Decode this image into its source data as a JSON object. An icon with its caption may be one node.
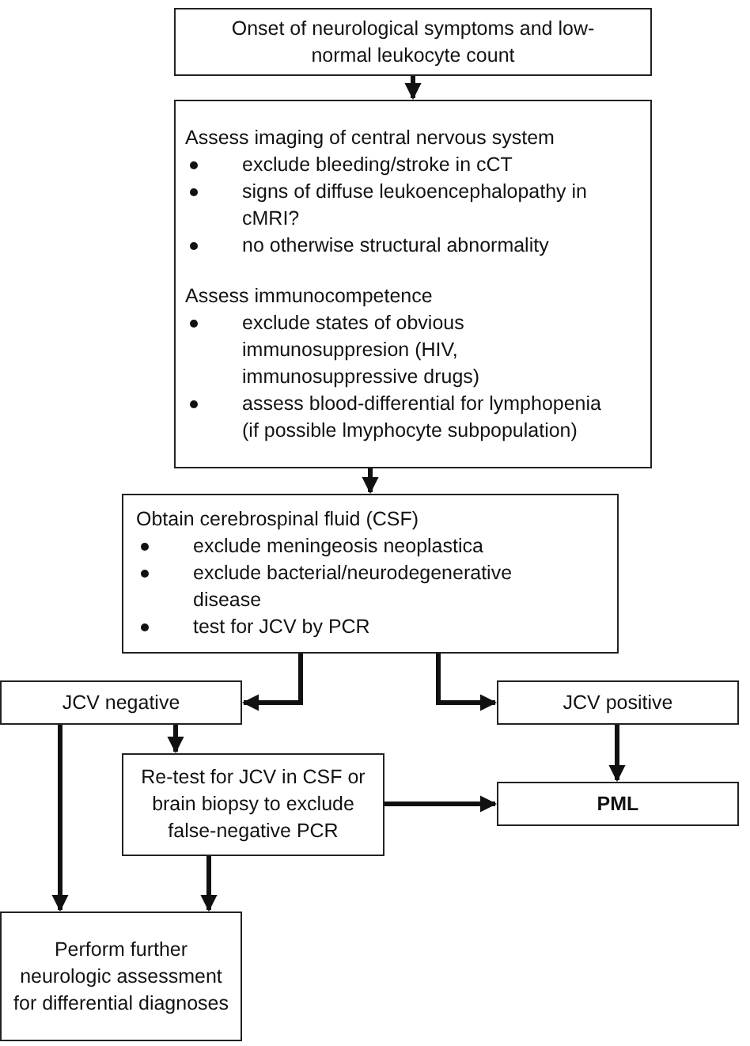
{
  "diagram": {
    "nodes": [
      {
        "text": [
          "Onset of neurological symptoms and low-normal leukocyte count"
        ]
      },
      {
        "text": [
          "Assess imaging of central nervous system",
          "exclude bleeding/stroke in cCT",
          "signs of diffuse leukoencephalopathy in cMRI?",
          "no otherwise structural abnormality",
          "Assess immunocompetence",
          "exclude states of obvious immunosuppresion (HIV, immunosuppressive drugs)",
          "assess blood-differential for lymphopenia (if possible lmyphocyte subpopulation)"
        ]
      },
      {
        "text": [
          "Obtain cerebrospinal fluid (CSF)",
          "exclude meningeosis neoplastica",
          "exclude bacterial/neurodegenerative disease",
          "test for JCV by PCR"
        ]
      },
      {
        "text": [
          "JCV negative"
        ]
      },
      {
        "text": [
          "JCV positive"
        ]
      },
      {
        "text": [
          "Re-test for JCV in CSF or brain biopsy to exclude false-negative PCR"
        ]
      },
      {
        "text": [
          "PML"
        ]
      },
      {
        "text": [
          "Perform further neurologic assessment for differential diagnoses"
        ]
      }
    ],
    "edges": [
      {
        "from": 0,
        "to": 1,
        "arrow": "to"
      },
      {
        "from": 1,
        "to": 2,
        "arrow": "to"
      },
      {
        "from": 2,
        "to": 3,
        "arrow": "to"
      },
      {
        "from": 2,
        "to": 4,
        "arrow": "to"
      },
      {
        "from": 3,
        "to": 5,
        "arrow": "to"
      },
      {
        "from": 4,
        "to": 6,
        "arrow": "to"
      },
      {
        "from": 5,
        "to": 6,
        "arrow": "to"
      },
      {
        "from": 3,
        "to": 7,
        "arrow": "to"
      },
      {
        "from": 5,
        "to": 7,
        "arrow": "to"
      }
    ]
  }
}
